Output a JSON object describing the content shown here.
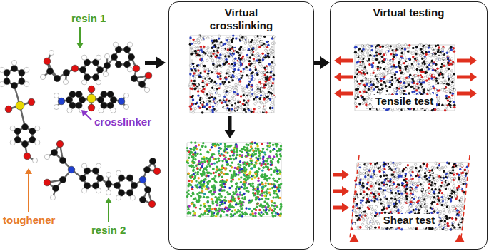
{
  "diagram": {
    "nodes": [
      {
        "text": [
          "Virtual crosslinking"
        ]
      },
      {
        "text": [
          "Virtual testing"
        ]
      },
      {
        "text": [
          "Tensile test"
        ],
        "in": 1
      },
      {
        "text": [
          "Shear test"
        ],
        "in": 1
      }
    ],
    "edges": [
      {
        "from": 0,
        "to": 1,
        "arrow": "to"
      }
    ],
    "labels": [
      "resin 1",
      "crosslinker",
      "resin 2",
      "toughener"
    ]
  }
}
